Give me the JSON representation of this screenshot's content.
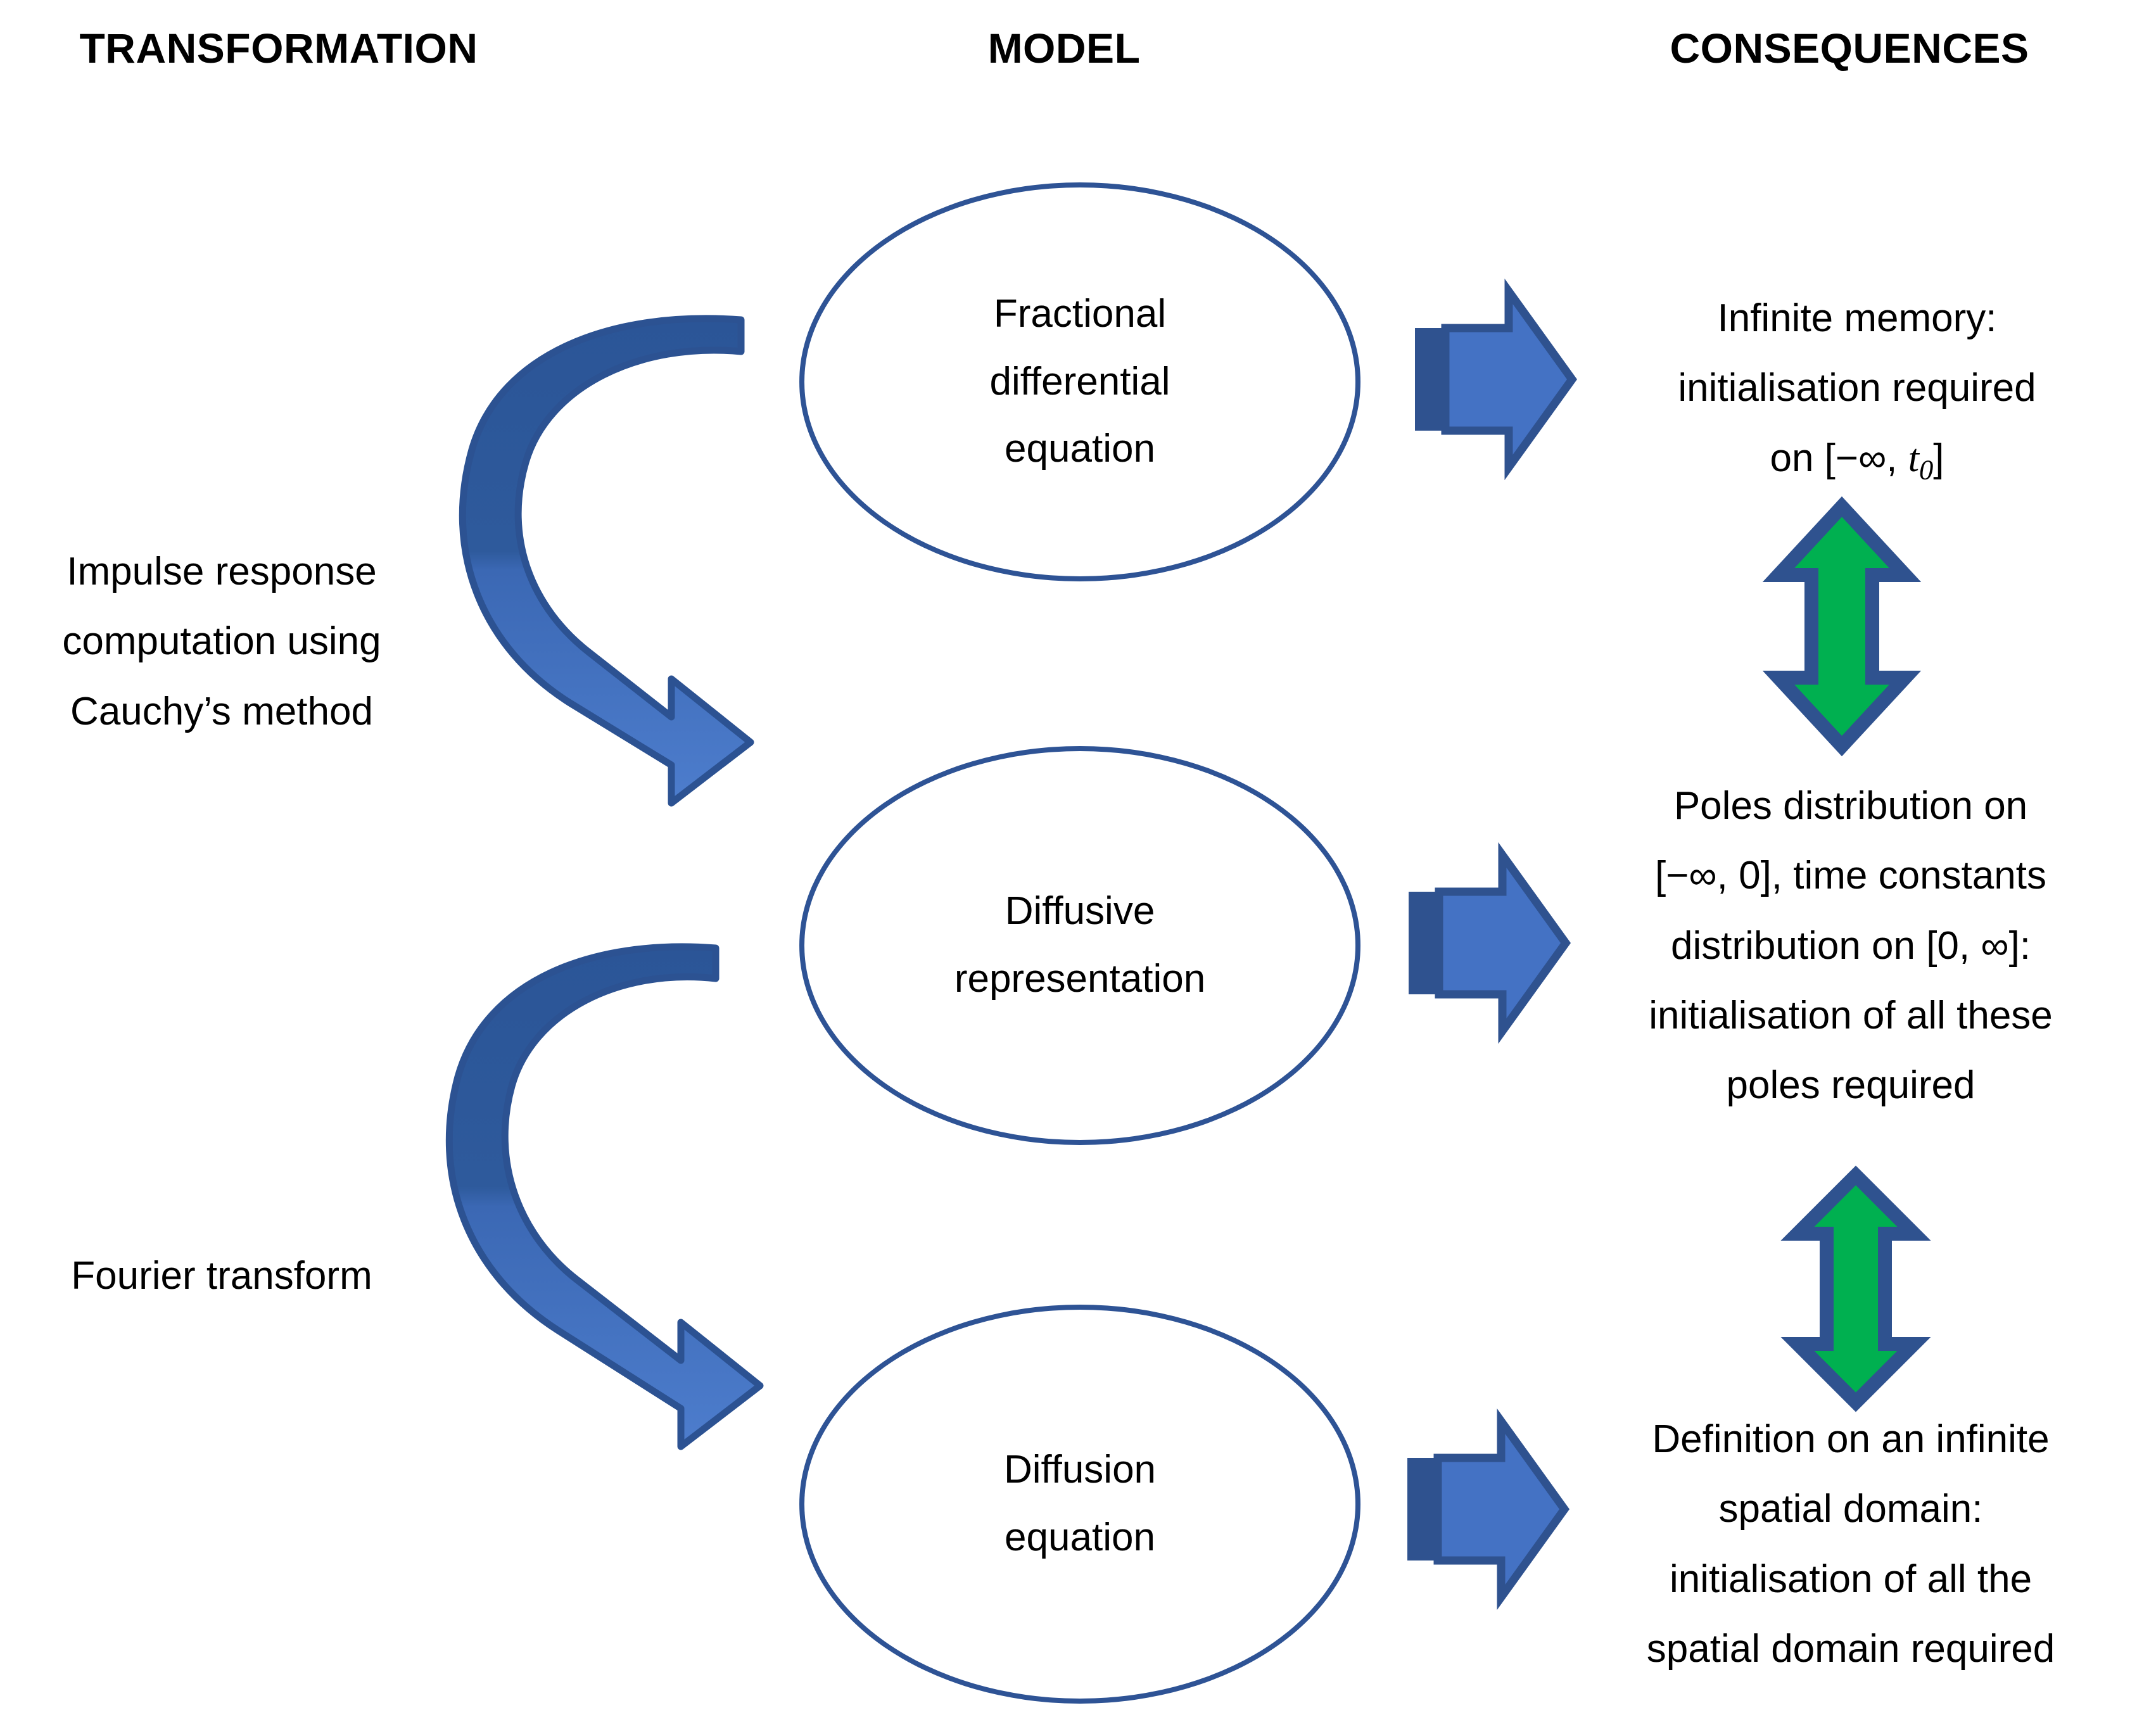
{
  "headers": {
    "transformation": "TRANSFORMATION",
    "model": "MODEL",
    "consequences": "CONSEQUENCES"
  },
  "transformations": [
    {
      "id": "impulse-response-cauchy",
      "lines": [
        "Impulse response",
        "computation using",
        "Cauchy’s method"
      ]
    },
    {
      "id": "fourier-transform",
      "lines": [
        "Fourier transform"
      ]
    }
  ],
  "models": [
    {
      "id": "fractional-differential-equation",
      "lines": [
        "Fractional",
        "differential",
        "equation"
      ]
    },
    {
      "id": "diffusive-representation",
      "lines": [
        "Diffusive",
        "representation"
      ]
    },
    {
      "id": "diffusion-equation",
      "lines": [
        "Diffusion",
        "equation"
      ]
    }
  ],
  "consequences": [
    {
      "id": "infinite-memory",
      "lines": [
        {
          "text": "Infinite memory:"
        },
        {
          "text": "initialisation required"
        },
        {
          "prefix": "on [−∞, ",
          "italic": "t",
          "subscript": "0",
          "suffix": "]"
        }
      ]
    },
    {
      "id": "poles-distribution",
      "lines": [
        {
          "text": "Poles distribution on"
        },
        {
          "text": "[−∞, 0], time constants"
        },
        {
          "text": "distribution on [0, ∞]:"
        },
        {
          "text": "initialisation of all these"
        },
        {
          "text": "poles required"
        }
      ]
    },
    {
      "id": "infinite-spatial-domain",
      "lines": [
        {
          "text": "Definition on an infinite"
        },
        {
          "text": "spatial domain:"
        },
        {
          "text": "initialisation of all the"
        },
        {
          "text": "spatial domain required"
        }
      ]
    }
  ],
  "arrows": {
    "curved": [
      {
        "id": "curved-arrow-top",
        "from": "transformation-impulse-response",
        "to": "diffusive-representation"
      },
      {
        "id": "curved-arrow-bottom",
        "from": "transformation-fourier",
        "to": "diffusion-equation"
      }
    ],
    "straight": [
      {
        "id": "block-arrow-fde-to-memory"
      },
      {
        "id": "block-arrow-dr-to-poles"
      },
      {
        "id": "block-arrow-de-to-spatial"
      }
    ],
    "double": [
      {
        "id": "green-double-arrow-upper"
      },
      {
        "id": "green-double-arrow-lower"
      }
    ]
  },
  "colors": {
    "ellipse_stroke": "#2E5395",
    "arrow_blue_fill": "#4472C4",
    "arrow_blue_dark": "#2F528F",
    "arrow_blue_stroke": "#2F528F",
    "arrow_green_fill": "#00B050",
    "text": "#000000",
    "background": "#FFFFFF"
  }
}
